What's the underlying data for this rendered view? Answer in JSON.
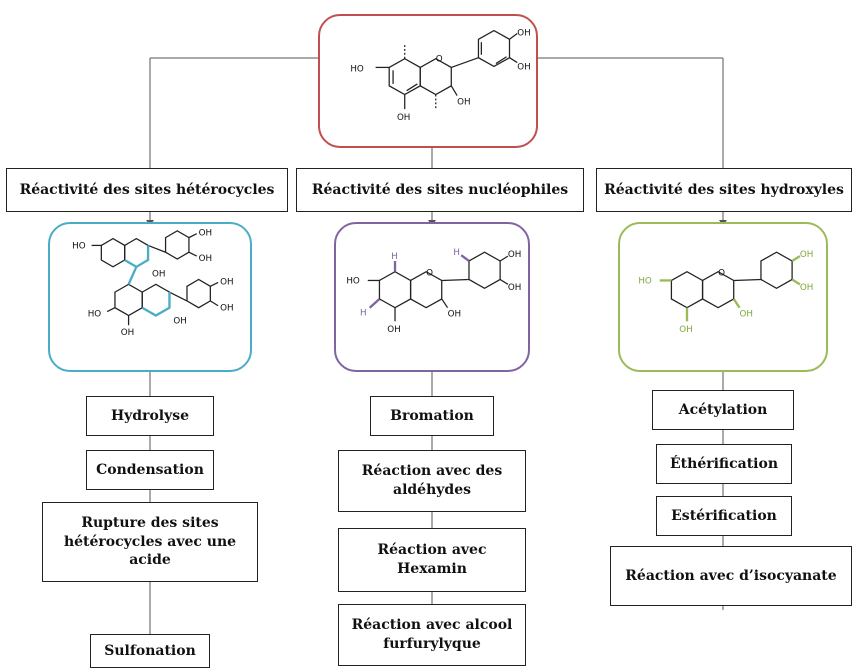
{
  "categories": [
    {
      "label": "Réactivité des sites hétérocycles"
    },
    {
      "label": "Réactivité des sites nucléophiles"
    },
    {
      "label": "Réactivité des sites hydroxyles"
    }
  ],
  "reactions": {
    "heterocycles": [
      "Hydrolyse",
      "Condensation",
      "Rupture des sites hétérocycles avec une acide",
      "Sulfonation"
    ],
    "nucleophiles": [
      "Bromation",
      "Réaction avec des aldéhydes",
      "Réaction avec Hexamin",
      "Réaction avec alcool furfurylyque"
    ],
    "hydroxyles": [
      "Acétylation",
      "Éthérification",
      "Estérification",
      "Réaction avec d’isocyanate"
    ]
  },
  "atoms": {
    "oh": "OH",
    "ho": "HO",
    "h": "H"
  },
  "colors": {
    "top": "#c0504d",
    "heterocycles": "#4bacc6",
    "nucleophiles": "#8064a2",
    "hydroxyles": "#9bbb59"
  }
}
